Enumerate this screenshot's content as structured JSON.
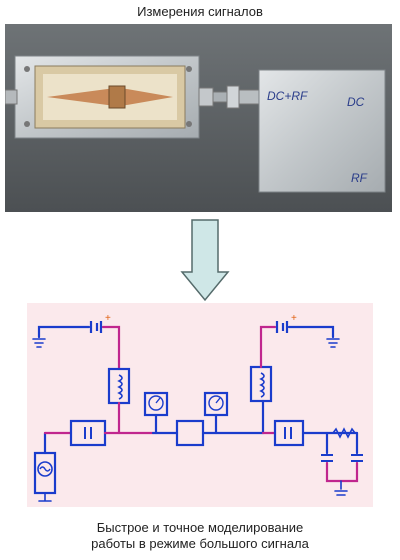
{
  "captions": {
    "top": "Измерения сигналов",
    "bottom_line1": "Быстрое и точное моделирование",
    "bottom_line2": "работы в режиме большого сигнала"
  },
  "photo": {
    "handwriting_1": "DC+RF",
    "handwriting_2": "DC",
    "handwriting_3": "RF"
  },
  "colors": {
    "photo_background": "#55595c",
    "metal": "#c9cdd0",
    "board": "#e6d6b8",
    "arrow_fill": "#cfe7e7",
    "arrow_stroke": "#556b6b",
    "schematic_background": "#fbe9ec",
    "wire_blue": "#1a3ccc",
    "wire_magenta": "#c0268e"
  }
}
